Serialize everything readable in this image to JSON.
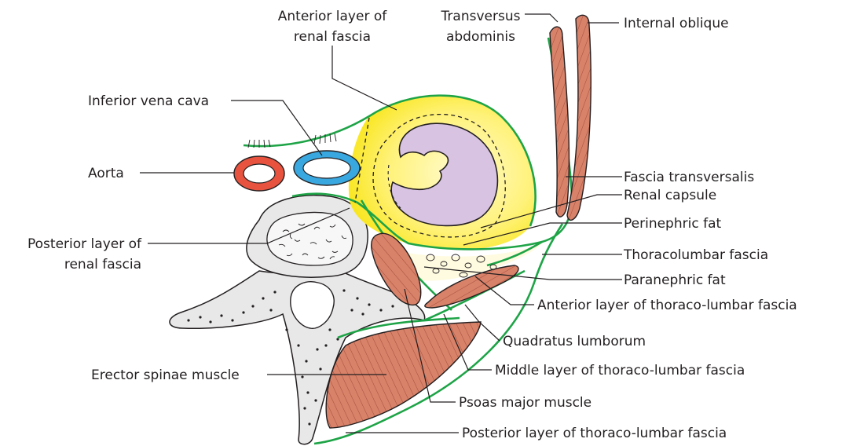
{
  "labels": {
    "anterior_renal_fascia": [
      "Anterior layer of",
      "renal fascia"
    ],
    "transversus_abdominis": [
      "Transversus",
      "abdominis"
    ],
    "internal_oblique": "Internal oblique",
    "inferior_vena_cava": "Inferior vena cava",
    "aorta": "Aorta",
    "fascia_transversalis": "Fascia transversalis",
    "renal_capsule": "Renal capsule",
    "perinephric_fat": "Perinephric fat",
    "posterior_renal_fascia": [
      "Posterior layer of",
      "renal fascia"
    ],
    "thoracolumbar_fascia": "Thoracolumbar fascia",
    "paranephric_fat": "Paranephric fat",
    "anterior_thoracolumbar": "Anterior layer of thoraco-lumbar fascia",
    "quadratus_lumborum": "Quadratus lumborum",
    "middle_thoracolumbar": "Middle layer of thoraco-lumbar fascia",
    "erector_spinae": "Erector spinae muscle",
    "psoas_major": "Psoas major muscle",
    "posterior_thoracolumbar": "Posterior layer of thoraco-lumbar fascia"
  },
  "colors": {
    "fascia": "#1ea447",
    "fat": "#fff27a",
    "kidney": "#d8c3e3",
    "muscle": "#d9826a",
    "aorta": "#e8533f",
    "ivc": "#3aa8e0",
    "bone": "#e8e8e8"
  }
}
